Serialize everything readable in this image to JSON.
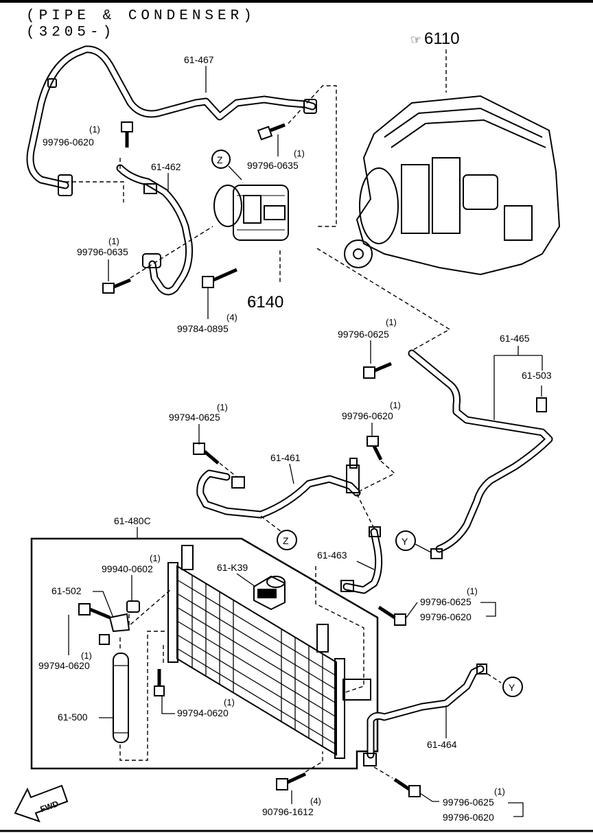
{
  "header": {
    "title": "(PIPE & CONDENSER)",
    "subtitle": "(3205-)"
  },
  "references": {
    "engine": "6110",
    "compressor": "6140"
  },
  "callouts": {
    "z": "Z",
    "y": "Y"
  },
  "fwd": "FWD",
  "labels": {
    "p61_467": "61-467",
    "p61_462": "61-462",
    "p61_465": "61-465",
    "p61_503": "61-503",
    "p61_461": "61-461",
    "p61_463": "61-463",
    "p61_480C": "61-480C",
    "p61_K39": "61-K39",
    "p61_502": "61-502",
    "p61_500": "61-500",
    "p61_464": "61-464",
    "b0620_a": "99796-0620",
    "b0635_a": "99796-0635",
    "b0635_b": "99796-0635",
    "b0895": "99784-0895",
    "b0625_a": "99796-0625",
    "b9794_0625": "99794-0625",
    "b0620_b": "99796-0620",
    "b99940": "99940-0602",
    "b9794_0620_a": "99794-0620",
    "b9794_0620_b": "99794-0620",
    "b0625_b": "99796-0625",
    "b0620_c": "99796-0620",
    "b90796": "90796-1612",
    "b0625_c": "99796-0625",
    "b0620_d": "99796-0620"
  },
  "quantities": {
    "one": "(1)",
    "four": "(4)"
  }
}
